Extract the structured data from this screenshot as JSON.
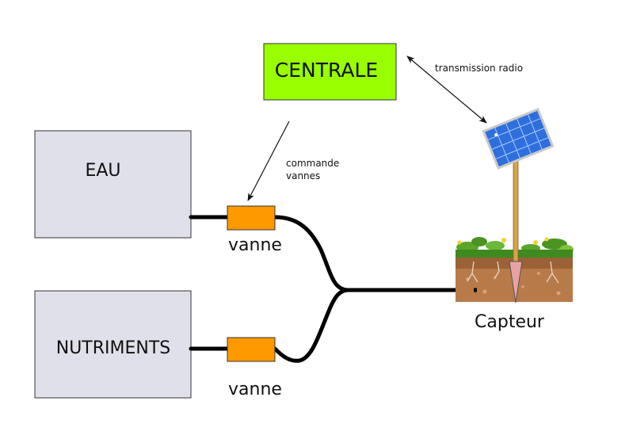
{
  "boxes": {
    "centrale": "CENTRALE",
    "eau": "EAU",
    "nutriments": "NUTRIMENTS"
  },
  "labels": {
    "vanne_top": "vanne",
    "vanne_bottom": "vanne",
    "capteur": "Capteur",
    "commande_line1": "commande",
    "commande_line2": "vannes",
    "transmission": "transmission radio"
  },
  "colors": {
    "centrale_fill": "#99ff00",
    "box_fill": "#e0e0ea",
    "valve_fill": "#ff9900",
    "pipe": "#000000"
  }
}
